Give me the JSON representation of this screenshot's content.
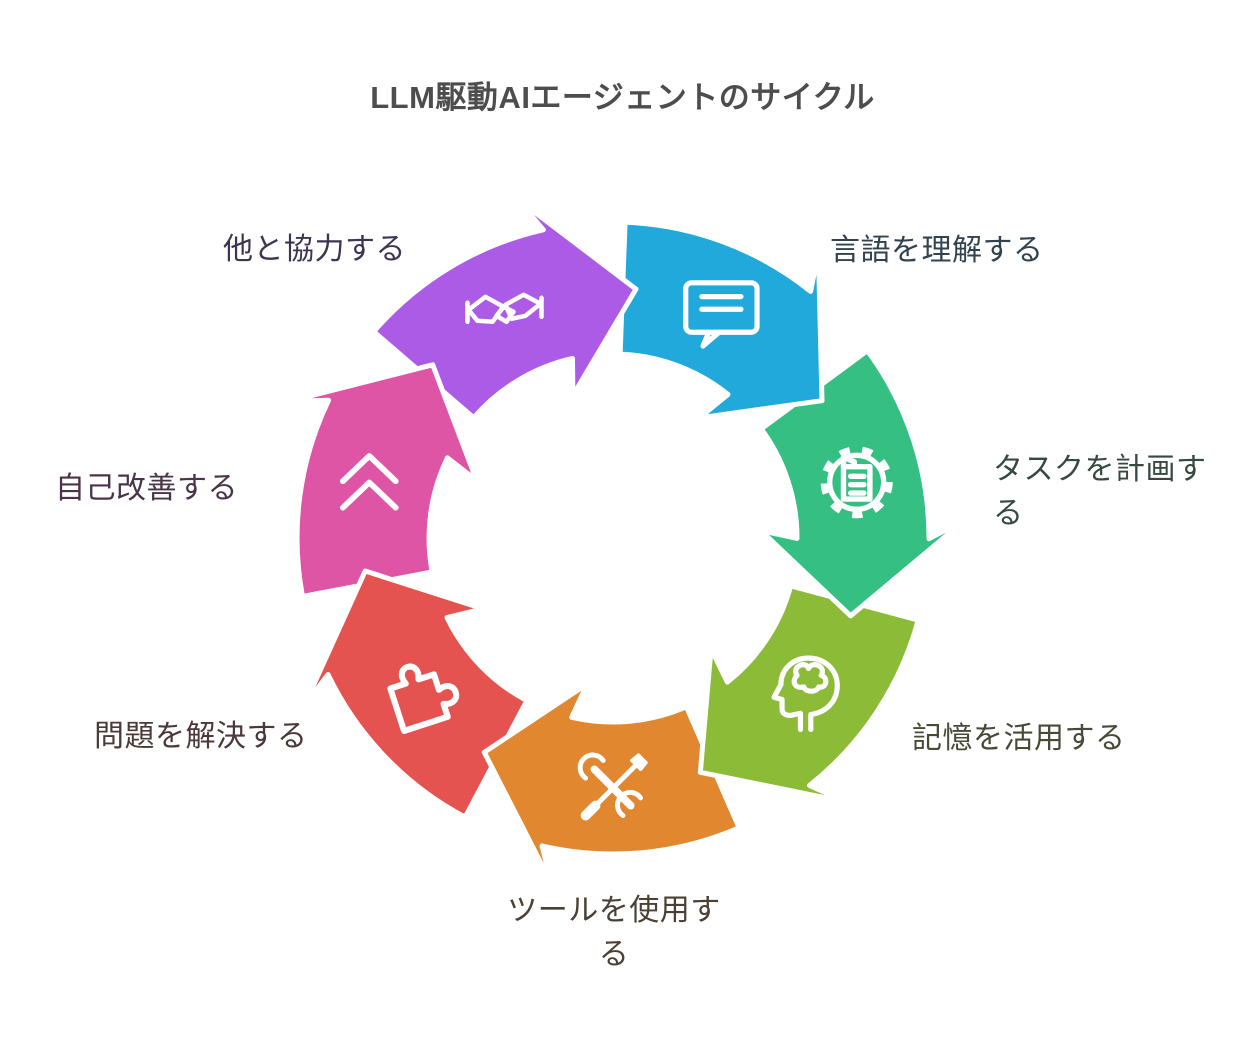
{
  "title": {
    "text": "LLM駆動AIエージェントのサイクル",
    "color": "#4D4D4D"
  },
  "canvas": {
    "background": "#FFFFFF"
  },
  "diagram": {
    "type": "cycle",
    "direction": "clockwise",
    "steps": [
      {
        "label": "言語を理解する",
        "icon": "chat-bubble-icon",
        "color": "#21A9DB",
        "label_color": "#31434F"
      },
      {
        "label": "タスクを計画する",
        "icon": "gear-document-icon",
        "color": "#35BF83",
        "label_color": "#36493F"
      },
      {
        "label": "記憶を活用する",
        "icon": "head-brain-icon",
        "color": "#8CBC37",
        "label_color": "#464B37"
      },
      {
        "label": "ツールを使用する",
        "icon": "crossed-tools-icon",
        "color": "#E0872F",
        "label_color": "#4B4033"
      },
      {
        "label": "問題を解決する",
        "icon": "puzzle-piece-icon",
        "color": "#E4534F",
        "label_color": "#4B3837"
      },
      {
        "label": "自己改善する",
        "icon": "double-chevron-up-icon",
        "color": "#DD55A4",
        "label_color": "#49344A"
      },
      {
        "label": "他と協力する",
        "icon": "handshake-icon",
        "color": "#AC5BE6",
        "label_color": "#3F3352"
      }
    ]
  }
}
